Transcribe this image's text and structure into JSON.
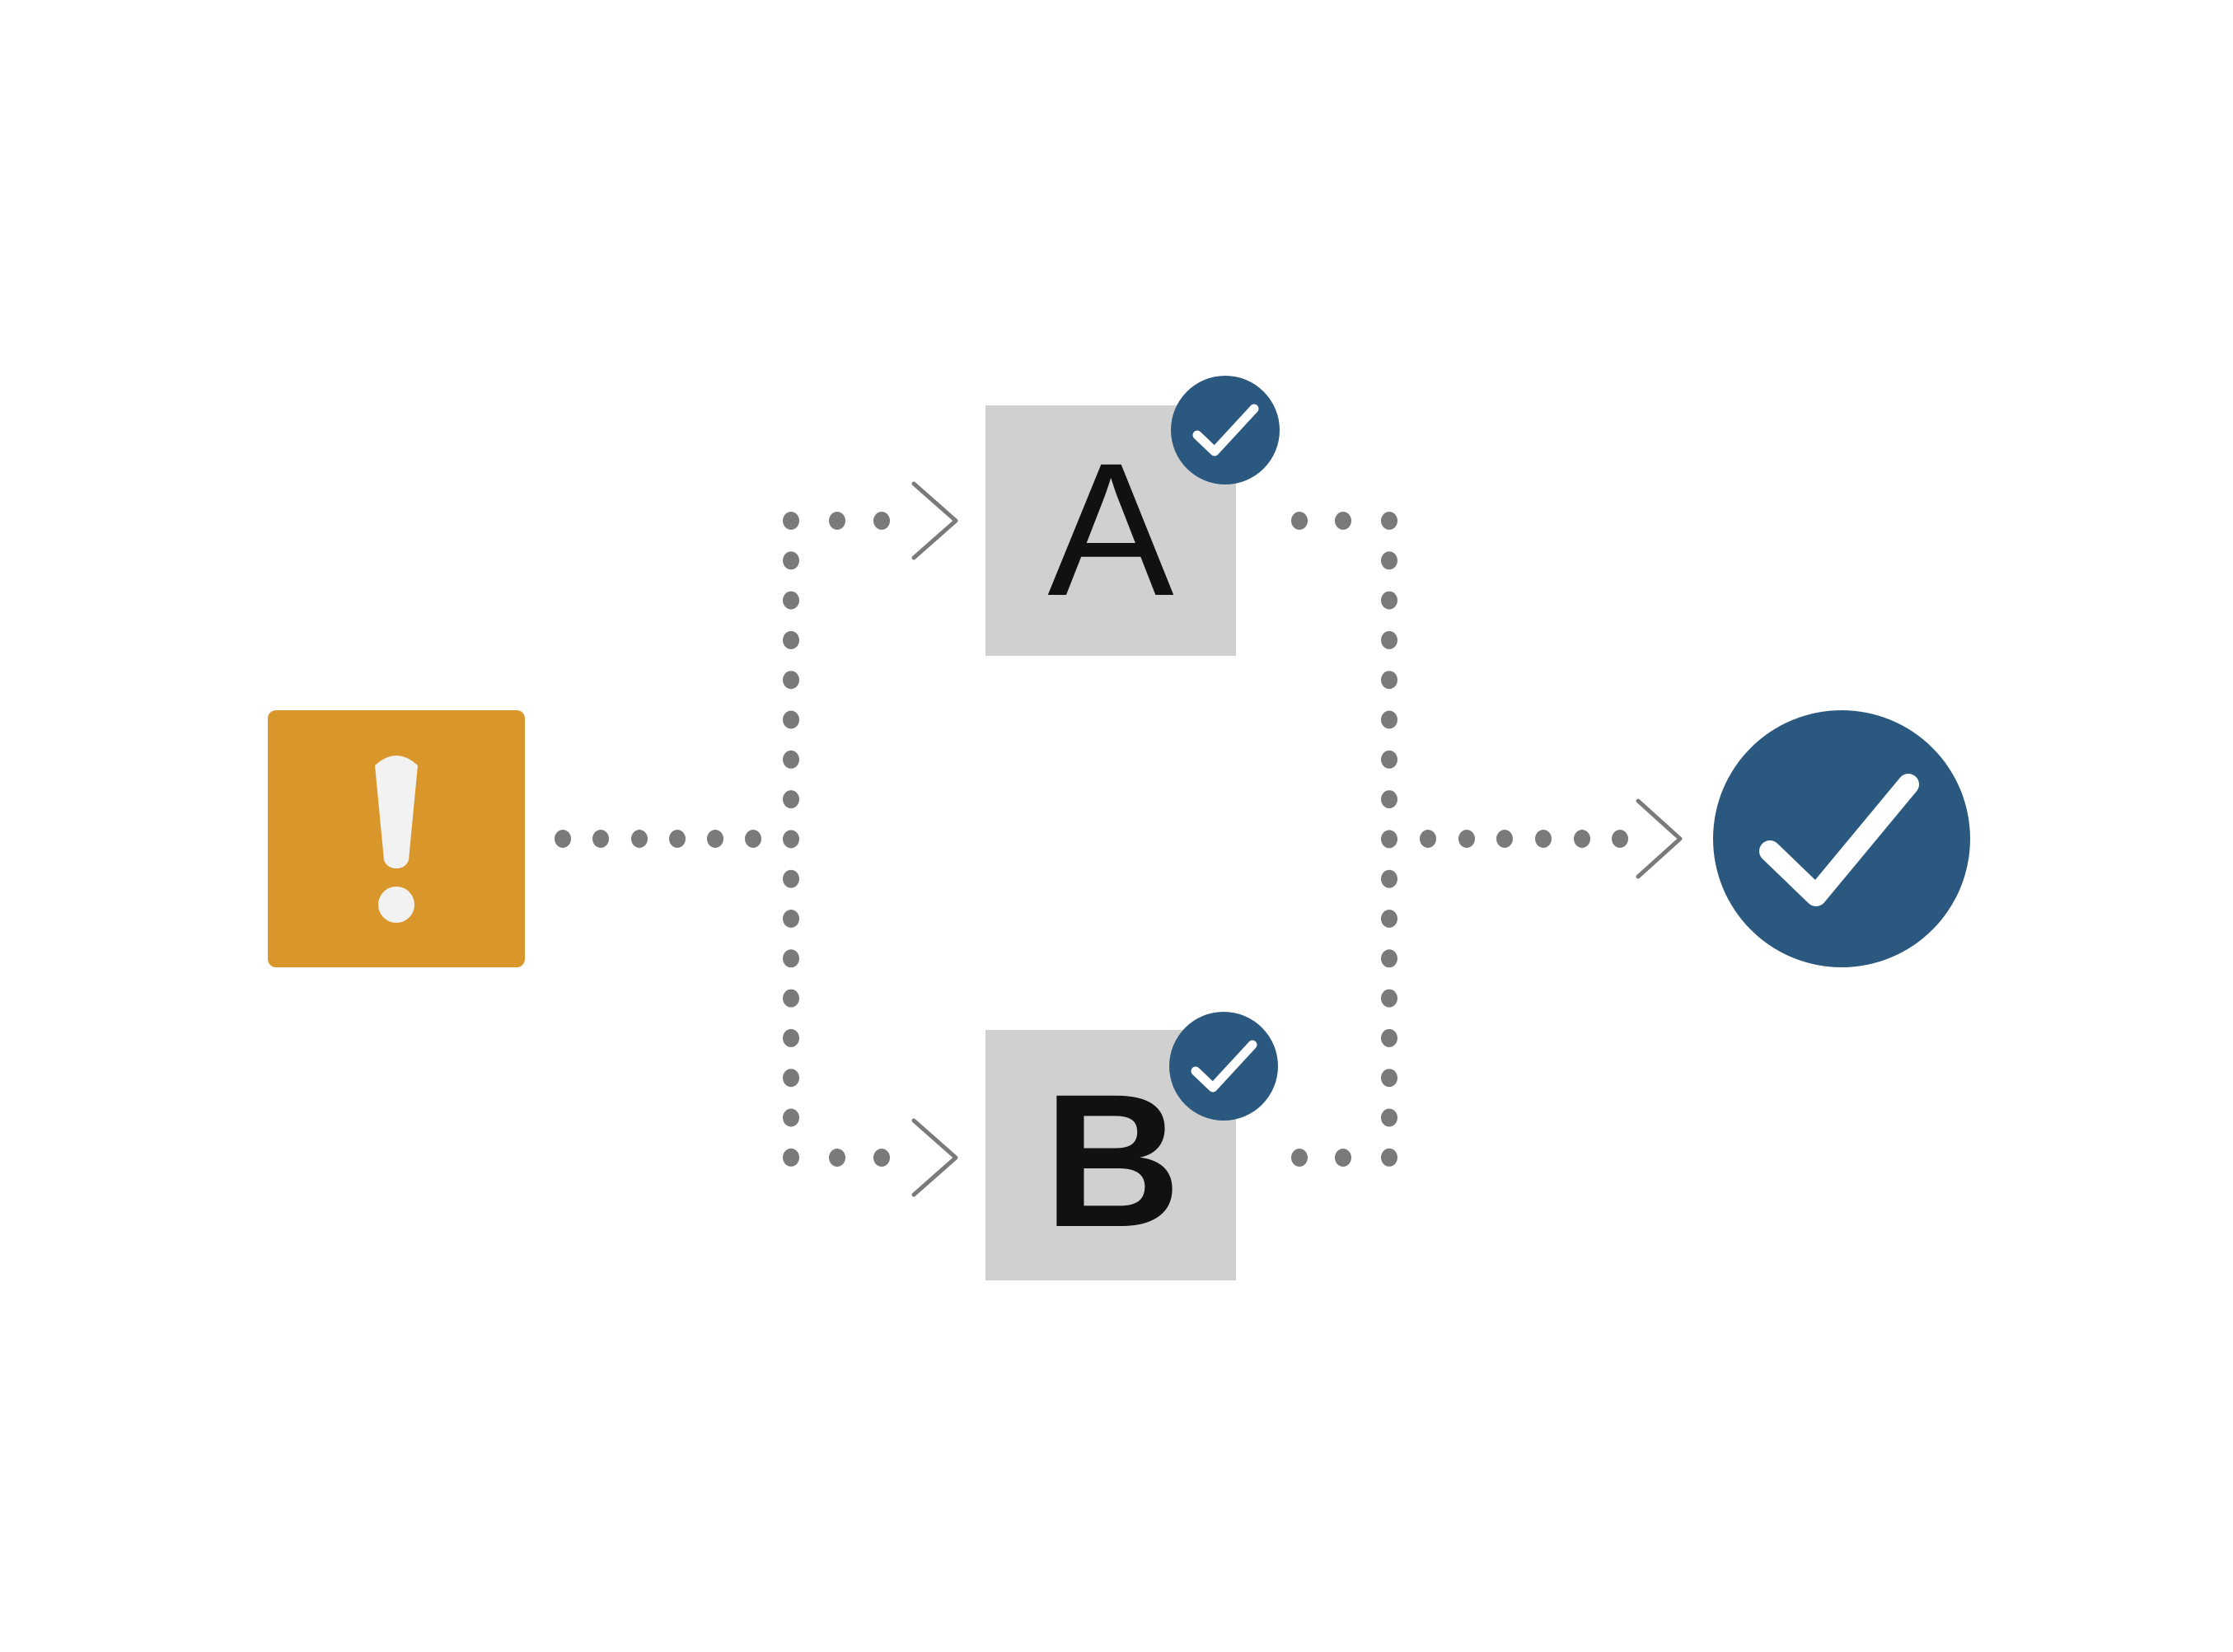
{
  "colors": {
    "background": "#ffffff",
    "warning": "#d9962a",
    "warning_glyph": "#f2f2f2",
    "node_fill": "#d1d0d0",
    "check": "#2b587f",
    "connector": "#7a7a7a",
    "letter": "#111111"
  },
  "start": {
    "icon": "warning-exclamation-icon"
  },
  "nodes": [
    {
      "id": "a",
      "label": "A",
      "badge_icon": "check-circle-icon"
    },
    {
      "id": "b",
      "label": "B",
      "badge_icon": "check-circle-icon"
    }
  ],
  "end": {
    "icon": "check-circle-icon"
  }
}
